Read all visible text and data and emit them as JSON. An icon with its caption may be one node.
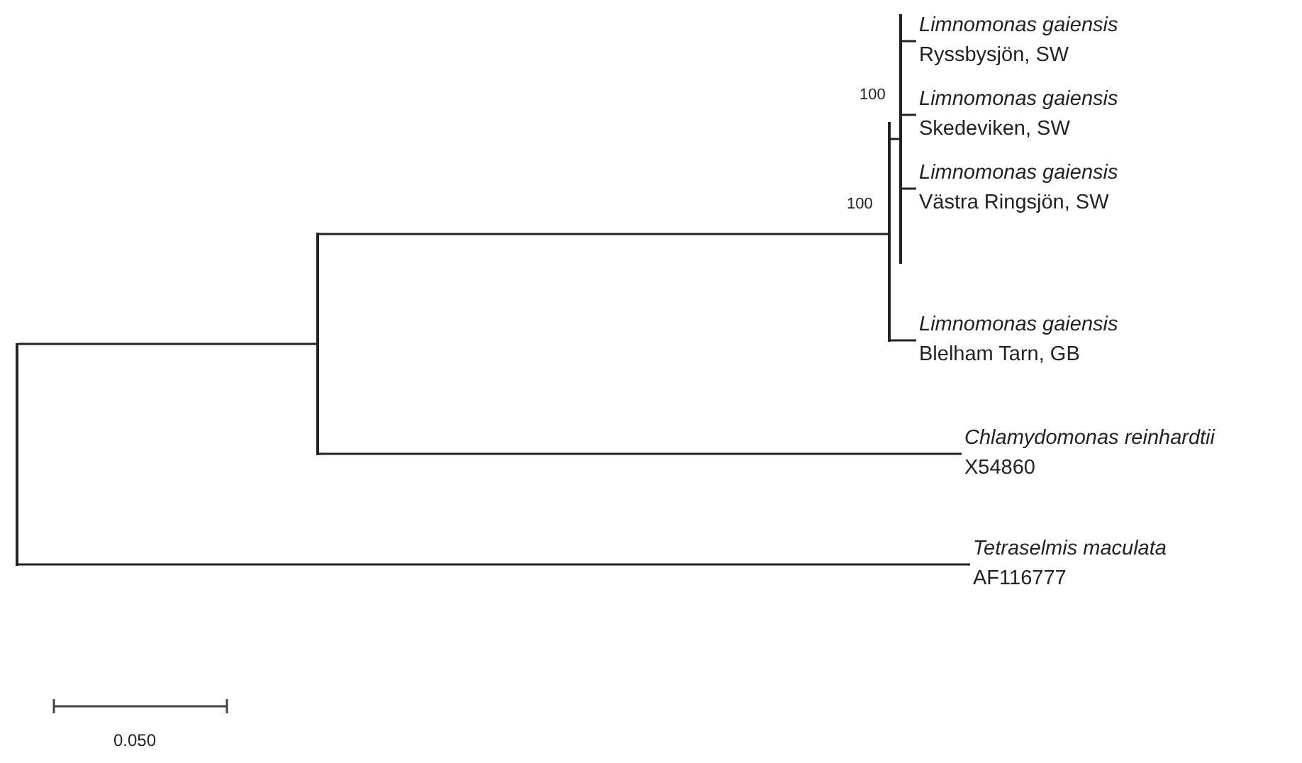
{
  "diagram": {
    "nodes": [
      {
        "text": [],
        "shape": "bar"
      },
      {
        "text": [],
        "shape": "bar"
      },
      {
        "text": [],
        "shape": "bar",
        "beside": [
          "100"
        ]
      },
      {
        "text": [],
        "shape": "bar",
        "beside": [
          "100"
        ]
      },
      {
        "text": [
          "Limnomonas gaiensis",
          "Ryssbysjön, SW"
        ]
      },
      {
        "text": [
          "Limnomonas gaiensis",
          "Skedeviken, SW"
        ]
      },
      {
        "text": [
          "Limnomonas gaiensis",
          "Västra Ringsjön, SW"
        ]
      },
      {
        "text": [
          "Limnomonas gaiensis",
          "Blelham Tarn, GB"
        ]
      },
      {
        "text": [
          "Chlamydomonas reinhardtii",
          "X54860"
        ]
      },
      {
        "text": [
          "Tetraselmis maculata",
          "AF116777"
        ]
      }
    ],
    "edges": [
      {
        "from": 0,
        "to": 1,
        "arrow": "none"
      },
      {
        "from": 1,
        "to": 2,
        "arrow": "none"
      },
      {
        "from": 2,
        "to": 3,
        "arrow": "none"
      },
      {
        "from": 3,
        "to": 4,
        "arrow": "none"
      },
      {
        "from": 3,
        "to": 5,
        "arrow": "none"
      },
      {
        "from": 3,
        "to": 6,
        "arrow": "none"
      },
      {
        "from": 2,
        "to": 7,
        "arrow": "none"
      },
      {
        "from": 1,
        "to": 8,
        "arrow": "none"
      },
      {
        "from": 0,
        "to": 9,
        "arrow": "none"
      }
    ],
    "labels": [
      "0.050"
    ]
  }
}
